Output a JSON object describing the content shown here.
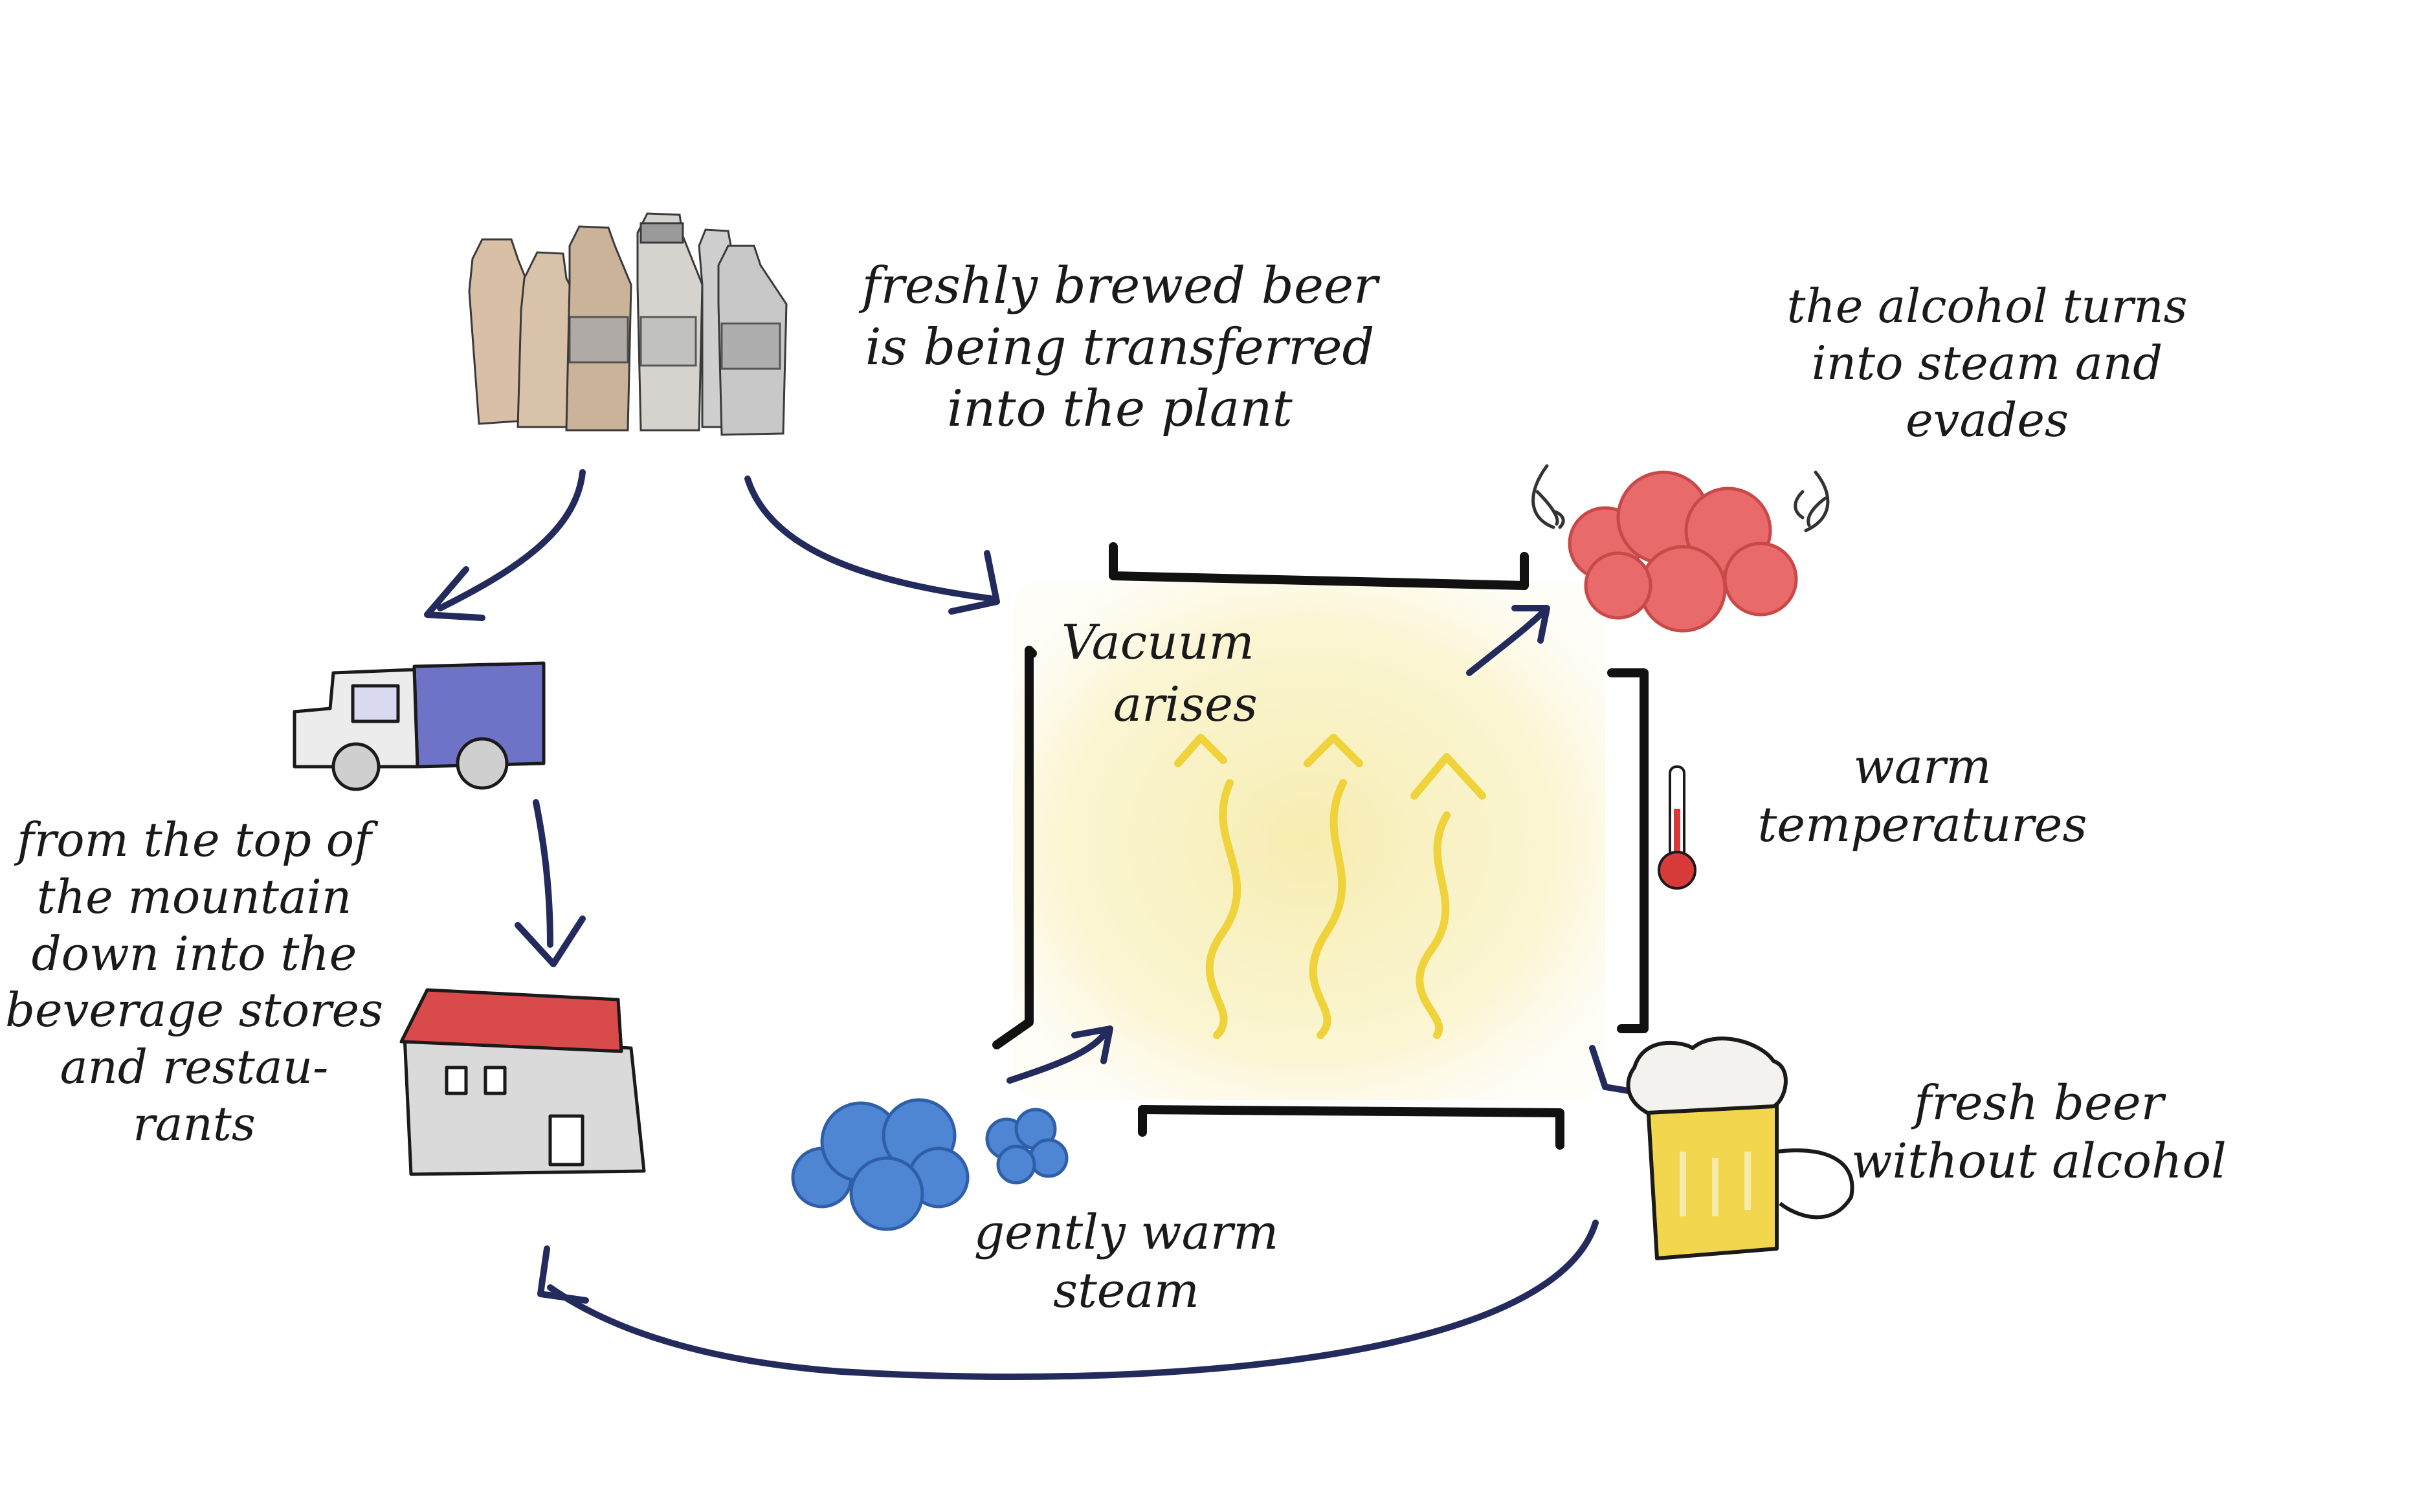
{
  "labels": {
    "fresh_brewed": [
      "freshly brewed beer",
      "is being transferred",
      "into the plant"
    ],
    "alcohol_steam": [
      "the alcohol turns",
      "into steam and",
      "evades"
    ],
    "vacuum": [
      "Vacuum",
      "arises"
    ],
    "warm_temps": [
      "warm",
      "temperatures"
    ],
    "mountain": [
      "from the top of",
      "the mountain",
      "down into the",
      "beverage stores",
      "and restau-",
      "rants"
    ],
    "fresh_beer": [
      "fresh beer",
      "without alcohol"
    ],
    "gentle_steam": [
      "gently warm",
      "steam"
    ]
  },
  "colors": {
    "arrow": "#232a5c",
    "vacuum_fill": "#f7efb4",
    "wave": "#f0d23a",
    "bracket": "#111111",
    "red_cloud": "#e86a6a",
    "blue_cloud": "#4f86d4",
    "truck_cargo": "#6f73c8",
    "store_roof": "#d94a4a",
    "beer": "#f2d64e"
  },
  "icons": [
    "bottles-icon",
    "truck-icon",
    "store-icon",
    "red-cloud-icon",
    "wing-icon",
    "thermometer-icon",
    "beer-mug-icon",
    "blue-cloud-icon"
  ]
}
